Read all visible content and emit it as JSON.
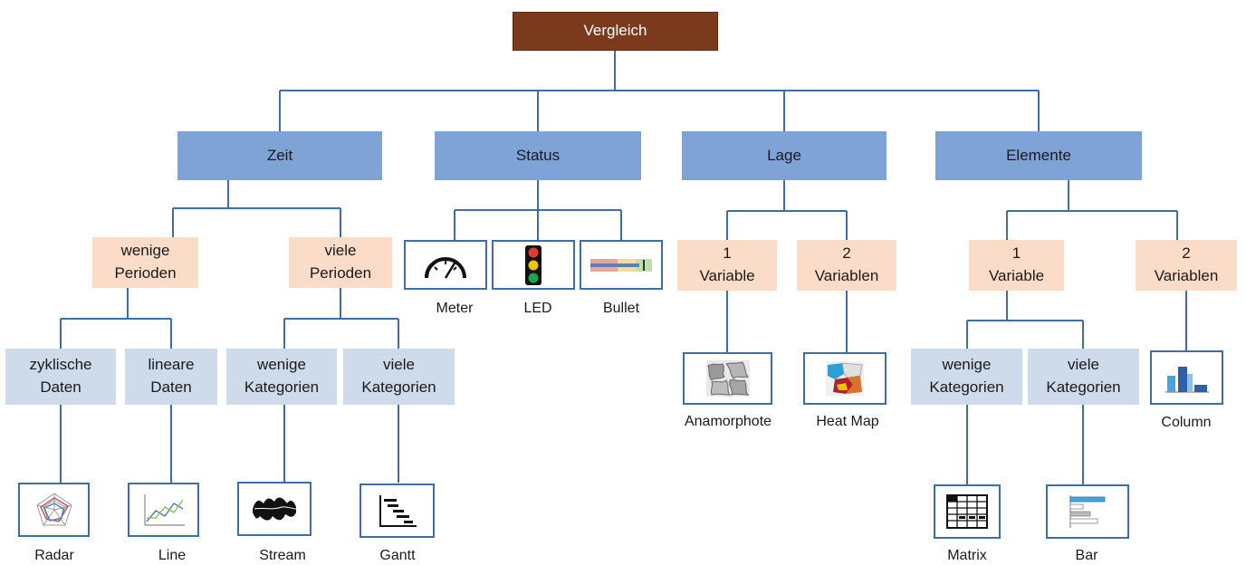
{
  "root": "Vergleich",
  "categories": {
    "zeit": "Zeit",
    "status": "Status",
    "lage": "Lage",
    "elemente": "Elemente"
  },
  "subcategories": {
    "wenige_perioden": "wenige\nPerioden",
    "viele_perioden": "viele\nPerioden",
    "lage_1": "1\nVariable",
    "lage_2": "2\nVariablen",
    "elem_1": "1\nVariable",
    "elem_2": "2\nVariablen"
  },
  "leaves": {
    "zyklisch": "zyklische\nDaten",
    "linear": "lineare\nDaten",
    "wenige_kat": "wenige\nKategorien",
    "viele_kat": "viele\nKategorien",
    "elem_wenige_kat": "wenige\nKategorien",
    "elem_viele_kat": "viele\nKategorien"
  },
  "charts": {
    "radar": "Radar",
    "line": "Line",
    "stream": "Stream",
    "gantt": "Gantt",
    "meter": "Meter",
    "led": "LED",
    "bullet": "Bullet",
    "anamorphote": "Anamorphote",
    "heatmap": "Heat Map",
    "matrix": "Matrix",
    "bar": "Bar",
    "column": "Column"
  },
  "colors": {
    "line": "#3d6fa6",
    "root": "#7b3a1c",
    "level1": "#7fa3d6",
    "level2": "#fadcc8",
    "level3": "#cedbeb"
  }
}
